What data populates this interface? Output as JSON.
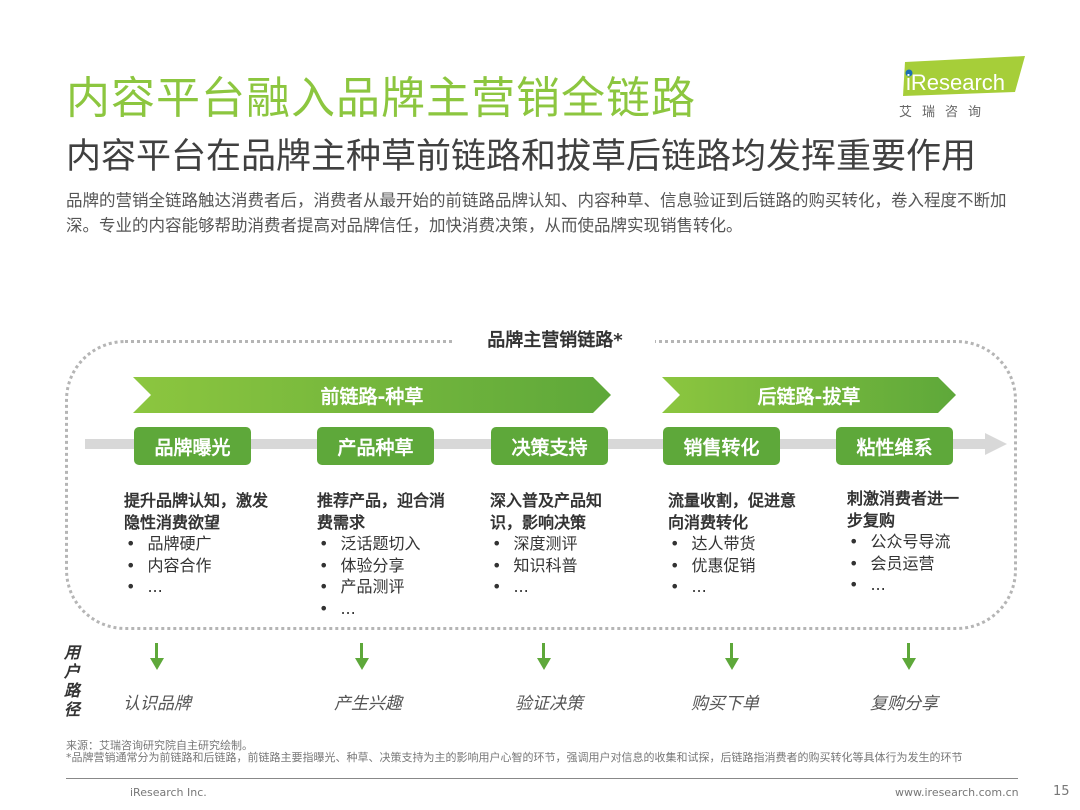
{
  "header": {
    "title": "内容平台融入品牌主营销全链路",
    "subtitle": "内容平台在品牌主种草前链路和拔草后链路均发挥重要作用",
    "description": "品牌的营销全链路触达消费者后，消费者从最开始的前链路品牌认知、内容种草、信息验证到后链路的购买转化，卷入程度不断加深。专业的内容能够帮助消费者提高对品牌信任，加快消费决策，从而使品牌实现销售转化。"
  },
  "logo": {
    "brand": "iResearch",
    "cn": "艾 瑞 咨 询",
    "color": "#a6ce39"
  },
  "diagram": {
    "frame_label": "品牌主营销链路*",
    "front_chain": "前链路-种草",
    "back_chain": "后链路-拔草",
    "stages": [
      {
        "label": "品牌曝光",
        "head": "提升品牌认知，激发隐性消费欲望",
        "items": [
          "品牌硬广",
          "内容合作",
          "..."
        ],
        "path": "认识品牌"
      },
      {
        "label": "产品种草",
        "head": "推荐产品，迎合消费需求",
        "items": [
          "泛话题切入",
          "体验分享",
          "产品测评",
          "..."
        ],
        "path": "产生兴趣"
      },
      {
        "label": "决策支持",
        "head": "深入普及产品知识，影响决策",
        "items": [
          "深度测评",
          "知识科普",
          "..."
        ],
        "path": "验证决策"
      },
      {
        "label": "销售转化",
        "head": "流量收割，促进意向消费转化",
        "items": [
          "达人带货",
          "优惠促销",
          "..."
        ],
        "path": "购买下单"
      },
      {
        "label": "粘性维系",
        "head": "刺激消费者进一步复购",
        "items": [
          "公众号导流",
          "会员运营",
          "..."
        ],
        "path": "复购分享"
      }
    ],
    "user_path_label": "用户路径",
    "accent": "#5ea83a"
  },
  "footer": {
    "source": "来源：艾瑞咨询研究院自主研究绘制。",
    "note": "*品牌营销通常分为前链路和后链路，前链路主要指曝光、种草、决策支持为主的影响用户心智的环节，强调用户对信息的收集和试探，后链路指消费者的购买转化等具体行为发生的环节",
    "copyright": "iResearch Inc.",
    "website": "www.iresearch.com.cn",
    "page": "15"
  }
}
